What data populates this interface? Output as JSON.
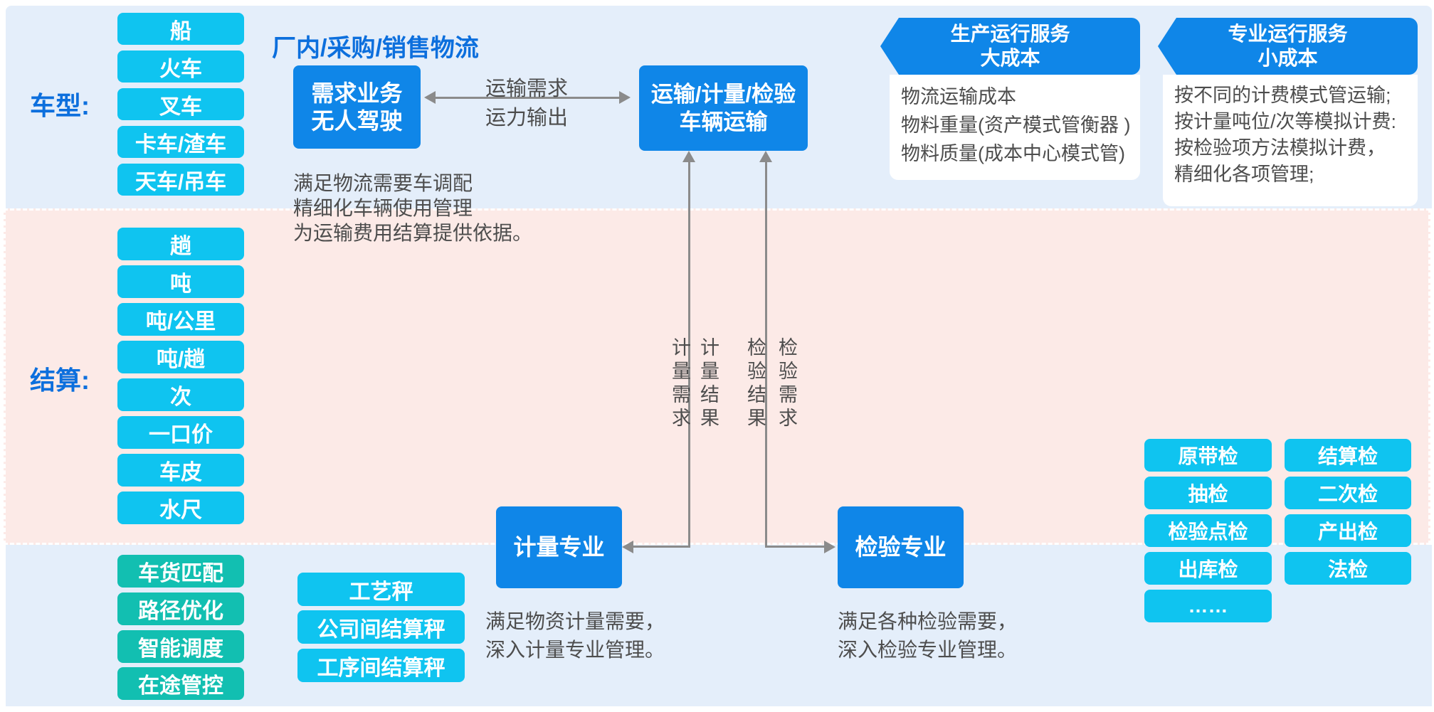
{
  "labels": {
    "vehicle_type": "车型:",
    "settlement": "结算:"
  },
  "vehicle_types": [
    "船",
    "火车",
    "叉车",
    "卡车/渣车",
    "天车/吊车"
  ],
  "settlement_units": [
    "趟",
    "吨",
    "吨/公里",
    "吨/趟",
    "次",
    "一口价",
    "车皮",
    "水尺"
  ],
  "logistics_features": [
    "车货匹配",
    "路径优化",
    "智能调度",
    "在途管控"
  ],
  "scales": [
    "工艺秤",
    "公司间结算秤",
    "工序间结算秤"
  ],
  "inspection_types": {
    "col1": [
      "原带检",
      "抽检",
      "检验点检",
      "出库检",
      "……"
    ],
    "col2": [
      "结算检",
      "二次检",
      "产出检",
      "法检"
    ]
  },
  "flow": {
    "title": "厂内/采购/销售物流",
    "demand_box": {
      "line1": "需求业务",
      "line2": "无人驾驶"
    },
    "transport_box": {
      "line1": "运输/计量/检验",
      "line2": "车辆运输"
    },
    "h_arrow": {
      "top": "运输需求",
      "bottom": "运力输出"
    },
    "demand_note": [
      "满足物流需要车调配",
      "精细化车辆使用管理",
      "为运输费用结算提供依据。"
    ],
    "metering_box": "计量专业",
    "metering_note": [
      "满足物资计量需要，",
      "深入计量专业管理。"
    ],
    "inspection_box": "检验专业",
    "inspection_note": [
      "满足各种检验需要，",
      "深入检验专业管理。"
    ],
    "v_labels": [
      "计量需求",
      "计量结果",
      "检验结果",
      "检验需求"
    ]
  },
  "banners": [
    {
      "title1": "生产运行服务",
      "title2": "大成本",
      "lines": [
        "物流运输成本",
        "物料重量(资产模式管衡器 )",
        "物料质量(成本中心模式管)"
      ]
    },
    {
      "title1": "专业运行服务",
      "title2": "小成本",
      "lines": [
        "按不同的计费模式管运输;",
        "按计量吨位/次等模拟计费:",
        "按检验项方法模拟计费，",
        "精细化各项管理;"
      ]
    }
  ],
  "colors": {
    "panel_blue": "#e4eefa",
    "panel_pink": "#fceae7",
    "box_cyan": "#0fc4f0",
    "box_blue": "#0f86e8",
    "box_teal": "#12bfb1",
    "accent_text": "#0c6fdd",
    "body_text": "#4d4d4d",
    "arrow_gray": "#8b8b8b"
  }
}
